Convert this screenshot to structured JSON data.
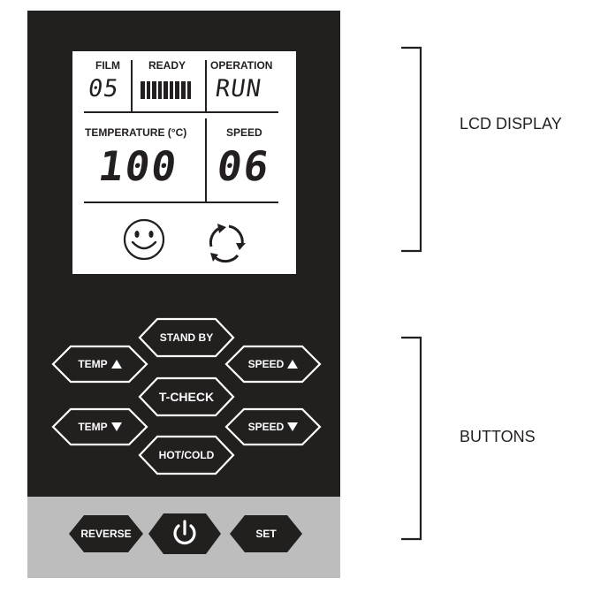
{
  "lcd": {
    "film_label": "FILM",
    "film_value": "05",
    "ready_label": "READY",
    "operation_label": "OPERATION",
    "operation_value": "RUN",
    "temperature_label": "TEMPERATURE (°C)",
    "temperature_value": "100",
    "speed_label": "SPEED",
    "speed_value": "06",
    "ready_level": 1.0,
    "status_icon": "smiley-face-icon",
    "rotation_icon": "rotation-arrows-icon"
  },
  "buttons": {
    "standby": "STAND BY",
    "temp_up": "TEMP",
    "speed_up": "SPEED",
    "tcheck": "T-CHECK",
    "temp_down": "TEMP",
    "speed_down": "SPEED",
    "hotcold": "HOT/COLD",
    "reverse": "REVERSE",
    "power_icon": "power-icon",
    "set": "SET"
  },
  "annotations": {
    "lcd_display": "LCD DISPLAY",
    "buttons": "BUTTONS"
  },
  "colors": {
    "panel": "#221f1f",
    "strip": "#bdbdbd",
    "lcd_bg": "#ffffff",
    "ink": "#231f20",
    "button_fill": "#221f1f",
    "button_outline": "#ffffff"
  }
}
